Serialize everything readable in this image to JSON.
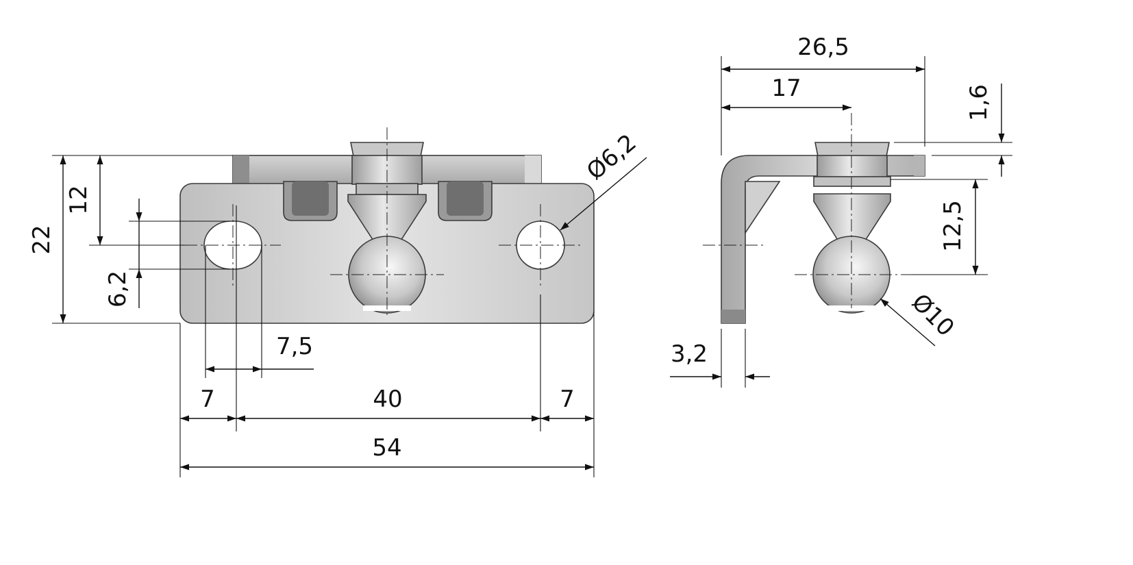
{
  "dimensions": {
    "front_height_total": "22",
    "front_height_hole": "12",
    "front_hole_slot": "6,2",
    "front_hole_dia": "Ø6,2",
    "front_slot_width": "7,5",
    "front_edge_left": "7",
    "front_hole_spacing": "40",
    "front_edge_right": "7",
    "front_width_total": "54",
    "side_depth_total": "26,5",
    "side_depth_ball": "17",
    "side_flange_thickness": "1,6",
    "side_ball_height": "12,5",
    "side_ball_dia": "Ø10",
    "side_plate_thickness": "3,2"
  },
  "colors": {
    "metal_light": "#e6e6e6",
    "metal_mid": "#bdbdbd",
    "metal_dark": "#6f6f6f",
    "line": "#111111"
  }
}
